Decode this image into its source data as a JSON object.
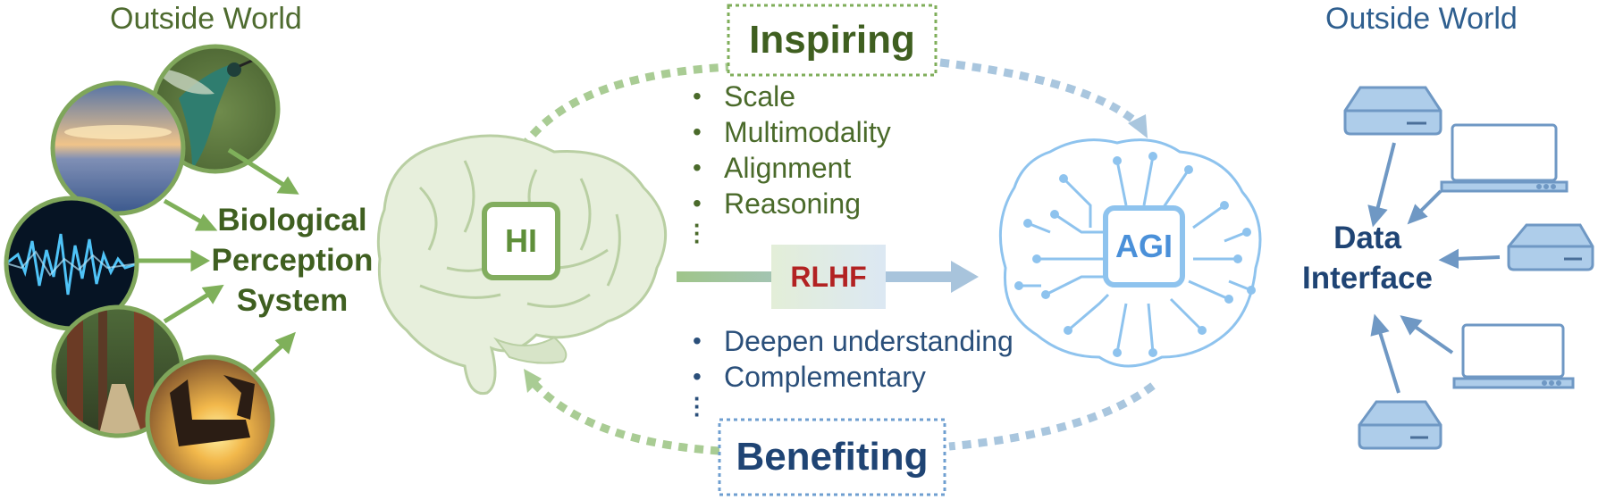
{
  "left": {
    "outside_title": "Outside World",
    "perception_lines": [
      "Biological",
      "Perception",
      "System"
    ],
    "photos": [
      "hummingbird-photo",
      "sunset-sea-photo",
      "sound-wave-photo",
      "forest-photo",
      "hands-frame-sunset-photo"
    ]
  },
  "center": {
    "hi_label": "HI",
    "agi_label": "AGI",
    "rlhf_label": "RLHF",
    "inspiring_label": "Inspiring",
    "benefiting_label": "Benefiting",
    "inspiring_items": [
      "Scale",
      "Multimodality",
      "Alignment",
      "Reasoning"
    ],
    "benefiting_items": [
      "Deepen understanding",
      "Complementary"
    ]
  },
  "right": {
    "outside_title": "Outside World",
    "interface_lines": [
      "Data",
      "Interface"
    ],
    "devices": [
      "server-icon",
      "laptop-icon",
      "server-icon",
      "laptop-icon",
      "server-icon"
    ]
  },
  "colors": {
    "green_dark": "#4e6b2f",
    "green_light": "#a9cc94",
    "blue_dark": "#2a4f7a",
    "blue_light": "#8fb7e0",
    "rlhf_red": "#b22222"
  }
}
